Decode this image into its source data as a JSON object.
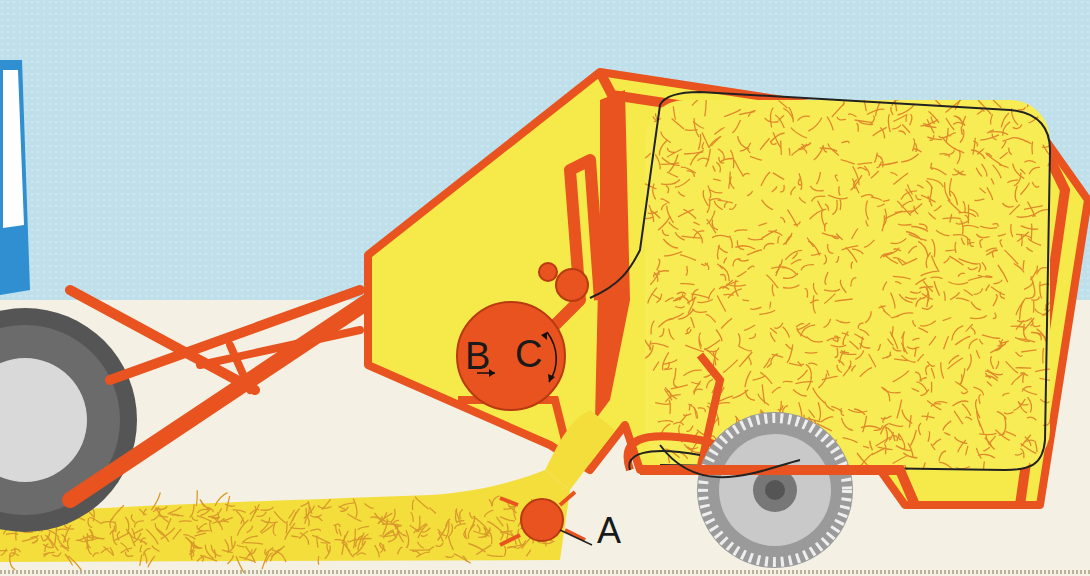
{
  "diagram": {
    "nodes": [
      {
        "text": [
          "B",
          "C"
        ]
      }
    ],
    "labels": [
      "A"
    ]
  }
}
